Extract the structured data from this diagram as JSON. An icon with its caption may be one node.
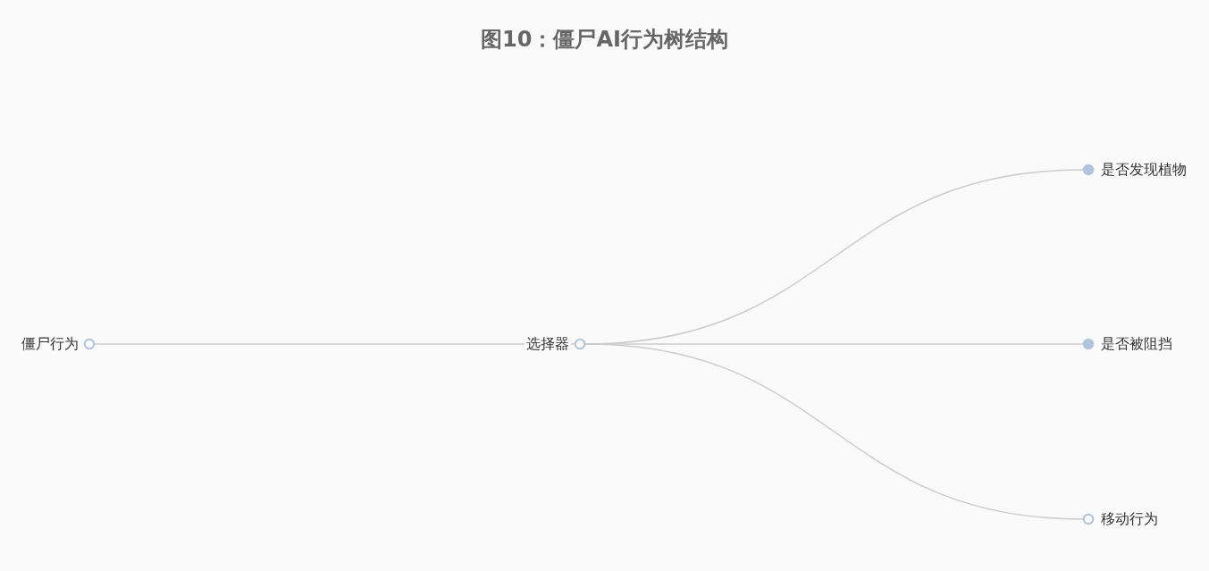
{
  "diagram": {
    "title": "图10：僵尸AI行为树结构",
    "nodes": [
      {
        "text": [],
        "shape": "circle",
        "beside": [
          "僵尸行为"
        ]
      },
      {
        "text": [],
        "shape": "circle",
        "beside": [
          "选择器"
        ]
      },
      {
        "text": [],
        "shape": "dot",
        "beside": [
          "是否发现植物"
        ]
      },
      {
        "text": [],
        "shape": "dot",
        "beside": [
          "是否被阻挡"
        ]
      },
      {
        "text": [],
        "shape": "circle",
        "beside": [
          "移动行为"
        ]
      }
    ],
    "edges": [
      {
        "from": 0,
        "to": 1,
        "arrow": "none"
      },
      {
        "from": 1,
        "to": 2,
        "arrow": "none"
      },
      {
        "from": 1,
        "to": 3,
        "arrow": "none"
      },
      {
        "from": 1,
        "to": 4,
        "arrow": "none"
      }
    ]
  }
}
